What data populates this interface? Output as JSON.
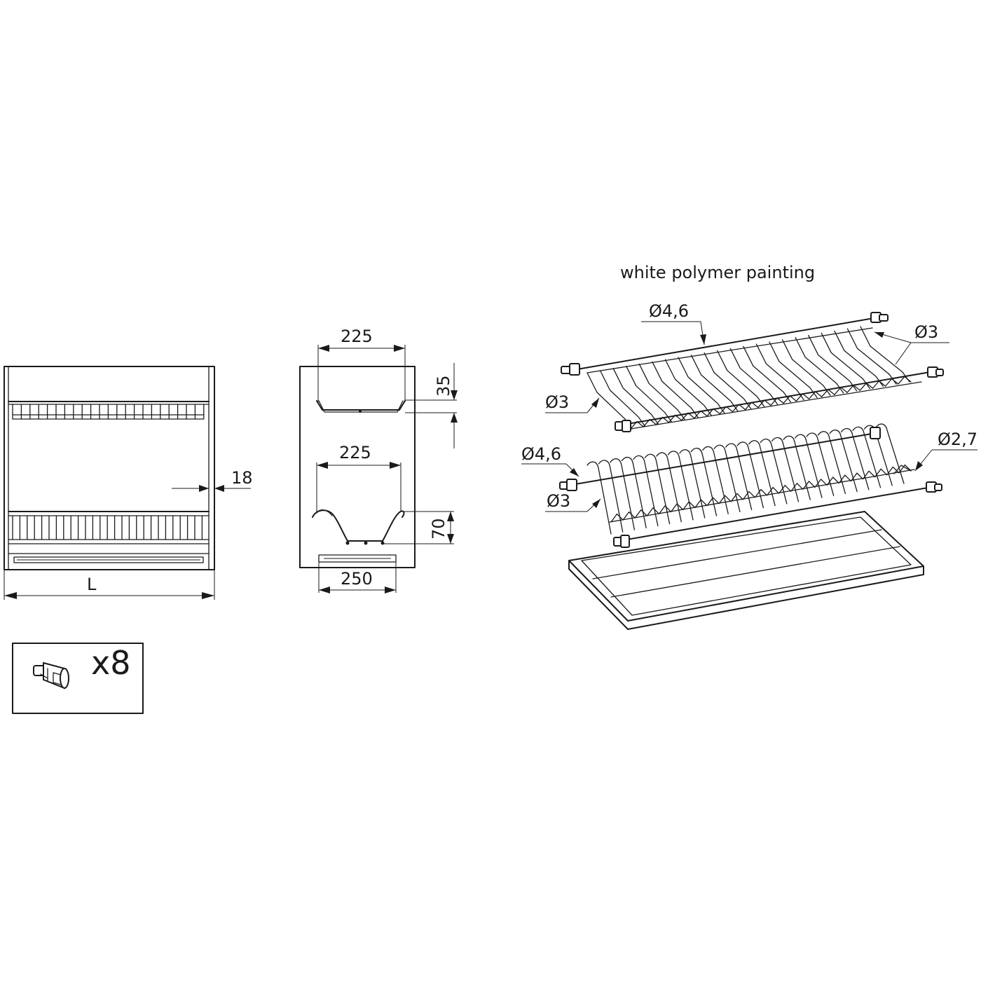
{
  "front_view": {
    "width_label": "L",
    "thickness_label": "18"
  },
  "side_view": {
    "top_rack_width": "225",
    "top_rack_depth": "35",
    "lower_rack_width": "225",
    "lower_rack_depth": "70",
    "tray_width": "250"
  },
  "accessory": {
    "quantity_label": "x8",
    "icon": "mounting-holder-icon"
  },
  "exploded_view": {
    "title": "white polymer painting",
    "top_rack_frame_diameter": "Ø4,6",
    "top_rack_rear_wire_diameter": "Ø3",
    "top_rack_front_wire_diameter": "Ø3",
    "lower_rack_frame_diameter": "Ø4,6",
    "lower_rack_rear_wire_diameter": "Ø2,7",
    "lower_rack_front_wire_diameter": "Ø3"
  }
}
